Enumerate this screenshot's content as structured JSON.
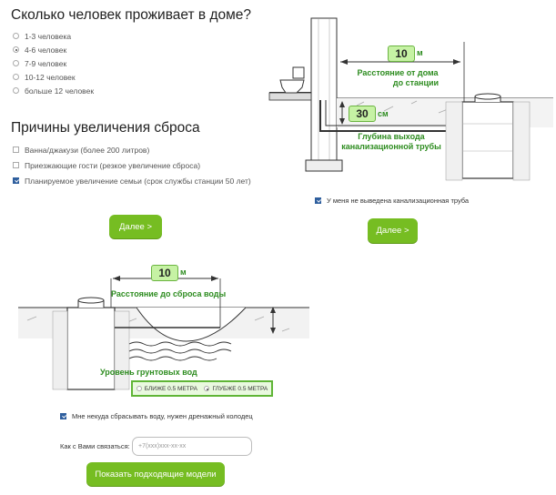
{
  "residents": {
    "title": "Сколько человек проживает в доме?",
    "options": [
      {
        "label": "1-3 человека",
        "selected": false
      },
      {
        "label": "4-6 человек",
        "selected": true
      },
      {
        "label": "7-9 человек",
        "selected": false
      },
      {
        "label": "10-12 человек",
        "selected": false
      },
      {
        "label": "больше 12 человек",
        "selected": false
      }
    ]
  },
  "discharge": {
    "title": "Причины увеличения сброса",
    "options": [
      {
        "label": "Ванна/джакузи (более 200 литров)",
        "checked": false
      },
      {
        "label": "Приезжающие гости (резкое увеличение сброса)",
        "checked": false
      },
      {
        "label": "Планируемое увеличение семьи (срок службы станции 50 лет)",
        "checked": true
      }
    ],
    "next_label": "Далее >"
  },
  "house": {
    "distance_value": "10",
    "distance_unit": "м",
    "distance_label_1": "Расстояние от дома",
    "distance_label_2": "до станции",
    "depth_value": "30",
    "depth_unit": "см",
    "depth_label_1": "Глубина выхода",
    "depth_label_2": "канализационной трубы",
    "no_pipe_label": "У меня не выведена канализационная труба",
    "no_pipe_checked": true,
    "next_label": "Далее >"
  },
  "drain": {
    "distance_value": "10",
    "distance_unit": "м",
    "distance_label": "Расстояние до сброса воды",
    "groundwater_label": "Уровень грунтовых вод",
    "option_closer": "БЛИЖЕ 0.5 МЕТРА",
    "option_deeper": "ГЛУБЖЕ 0.5 МЕТРА",
    "selected": "deeper",
    "no_drain_label": "Мне некуда сбрасывать воду, нужен дренажный колодец",
    "no_drain_checked": true
  },
  "contact": {
    "label": "Как с Вами связаться:",
    "placeholder": "+7(xxx)xxx-xx-xx",
    "submit_label": "Показать подходящие модели"
  },
  "colors": {
    "accent": "#76bd22",
    "label_green": "#2d8c1f",
    "value_box": "#c6f2a4"
  }
}
